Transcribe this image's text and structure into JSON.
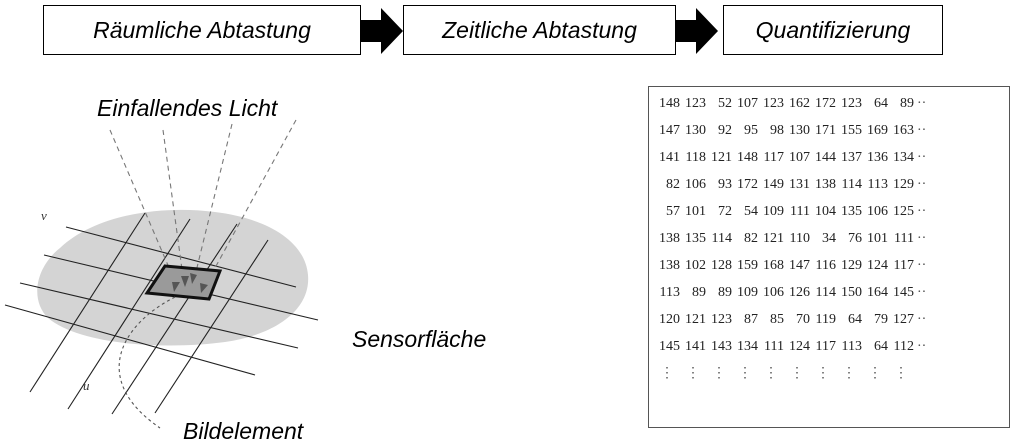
{
  "stages": [
    "Räumliche Abtastung",
    "Zeitliche Abtastung",
    "Quantifizierung"
  ],
  "labels": {
    "light": "Einfallendes Licht",
    "surface": "Sensorfläche",
    "pixel": "Bildelement",
    "v": "v",
    "u": "u"
  },
  "matrix": {
    "rows": [
      [
        148,
        123,
        52,
        107,
        123,
        162,
        172,
        123,
        64,
        89
      ],
      [
        147,
        130,
        92,
        95,
        98,
        130,
        171,
        155,
        169,
        163
      ],
      [
        141,
        118,
        121,
        148,
        117,
        107,
        144,
        137,
        136,
        134
      ],
      [
        82,
        106,
        93,
        172,
        149,
        131,
        138,
        114,
        113,
        129
      ],
      [
        57,
        101,
        72,
        54,
        109,
        111,
        104,
        135,
        106,
        125
      ],
      [
        138,
        135,
        114,
        82,
        121,
        110,
        34,
        76,
        101,
        111
      ],
      [
        138,
        102,
        128,
        159,
        168,
        147,
        116,
        129,
        124,
        117
      ],
      [
        113,
        89,
        89,
        109,
        106,
        126,
        114,
        150,
        164,
        145
      ],
      [
        120,
        121,
        123,
        87,
        85,
        70,
        119,
        64,
        79,
        127
      ],
      [
        145,
        141,
        143,
        134,
        111,
        124,
        117,
        113,
        64,
        112
      ]
    ],
    "continuation": "··",
    "vdots": "⋮"
  }
}
